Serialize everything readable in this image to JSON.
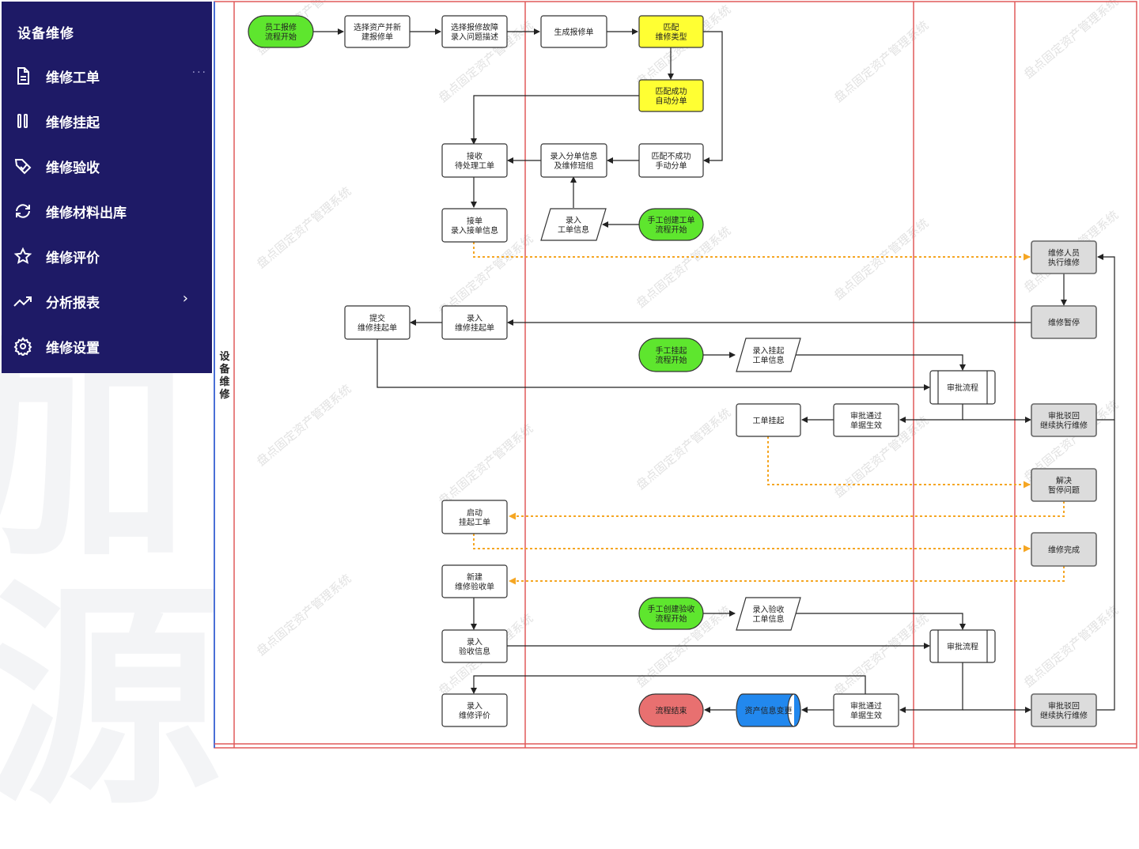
{
  "sidebar": {
    "title": "设备维修",
    "items": [
      {
        "label": "维修工单",
        "icon": "document-icon",
        "more": "···"
      },
      {
        "label": "维修挂起",
        "icon": "pause-icon"
      },
      {
        "label": "维修验收",
        "icon": "tag-check-icon"
      },
      {
        "label": "维修材料出库",
        "icon": "refresh-icon"
      },
      {
        "label": "维修评价",
        "icon": "star-icon"
      },
      {
        "label": "分析报表",
        "icon": "trend-up-icon",
        "arrow": "›"
      },
      {
        "label": "维修设置",
        "icon": "gear-icon"
      }
    ]
  },
  "background_chars": [
    "加",
    "源"
  ],
  "diagram": {
    "lane_label": "设\n备\n维\n修",
    "watermark": "盘点固定资产管理系统",
    "colors": {
      "start_green": "#5ee62e",
      "match_yellow": "#ffff33",
      "end_red": "#e87070",
      "asset_blue": "#2288ee",
      "lane_line": "#e05a5a",
      "dashed_orange": "#f5a623",
      "gray_box": "#dcdcdc"
    },
    "nodes": {
      "n1": "员工报修\n流程开始",
      "n2": "选择资产并新\n建报修单",
      "n3": "选择报修故障\n录入问题描述",
      "n4": "生成报修单",
      "n5": "匹配\n维修类型",
      "n6": "匹配成功\n自动分单",
      "n7": "接收\n待处理工单",
      "n8": "录入分单信息\n及维修班组",
      "n9": "匹配不成功\n手动分单",
      "n10": "接单\n录入接单信息",
      "n11": "录入\n工单信息",
      "n12": "手工创建工单\n流程开始",
      "n13": "维修人员\n执行维修",
      "n14": "提交\n维修挂起单",
      "n15": "录入\n维修挂起单",
      "n16": "维修暂停",
      "n17": "手工挂起\n流程开始",
      "n18": "录入挂起\n工单信息",
      "n19": "审批流程",
      "n20": "工单挂起",
      "n21": "审批通过\n单据生效",
      "n22": "审批驳回\n继续执行维修",
      "n23": "解决\n暂停问题",
      "n24": "启动\n挂起工单",
      "n25": "维修完成",
      "n26": "新建\n维修验收单",
      "n27": "手工创建验收\n流程开始",
      "n28": "录入验收\n工单信息",
      "n29": "录入\n验收信息",
      "n30": "审批流程",
      "n31": "录入\n维修评价",
      "n32": "流程结束",
      "n33": "资产信息变更",
      "n34": "审批通过\n单据生效",
      "n35": "审批驳回\n继续执行维修"
    }
  }
}
